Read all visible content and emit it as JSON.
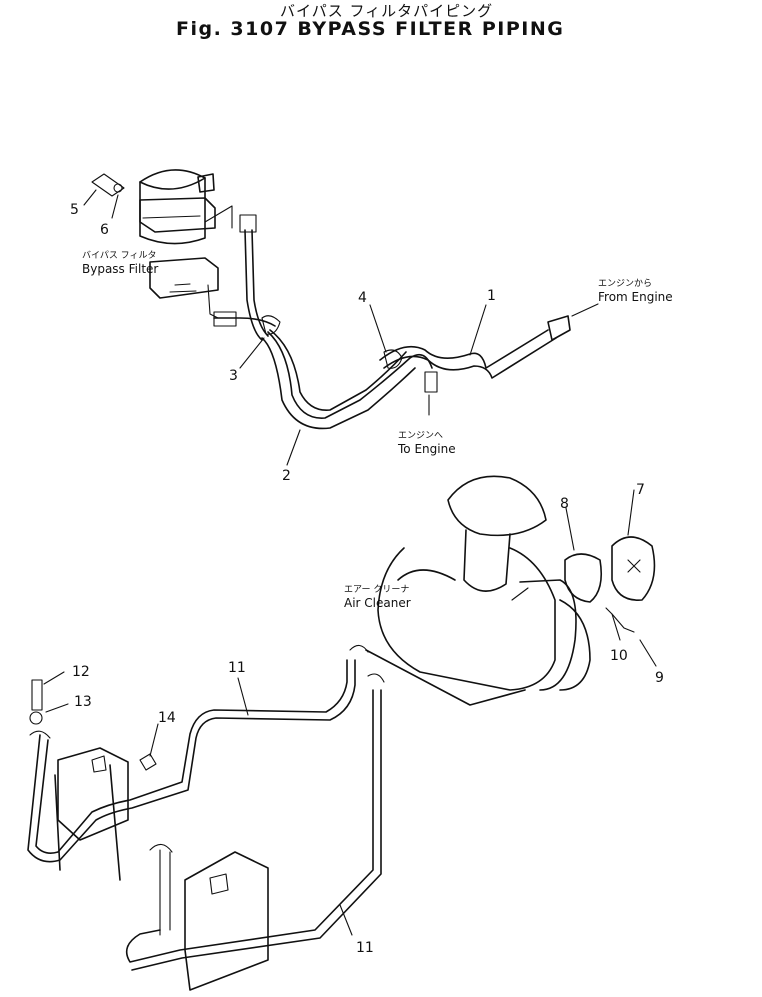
{
  "header": {
    "title_jp": "バイパス フィルタパイピング",
    "title": "Fig. 3107 BYPASS FILTER PIPING"
  },
  "labels": {
    "bypass_filter_jp": "バイパス フィルタ",
    "bypass_filter": "Bypass Filter",
    "from_engine_jp": "エンジンから",
    "from_engine": "From Engine",
    "to_engine_jp": "エンジンへ",
    "to_engine": "To Engine",
    "air_cleaner_jp": "エアー クリーナ",
    "air_cleaner": "Air Cleaner"
  },
  "callouts": {
    "c1": "1",
    "c2": "2",
    "c3": "3",
    "c4": "4",
    "c5": "5",
    "c6": "6",
    "c7": "7",
    "c8": "8",
    "c9": "9",
    "c10": "10",
    "c11a": "11",
    "c11b": "11",
    "c12": "12",
    "c13": "13",
    "c14": "14"
  }
}
